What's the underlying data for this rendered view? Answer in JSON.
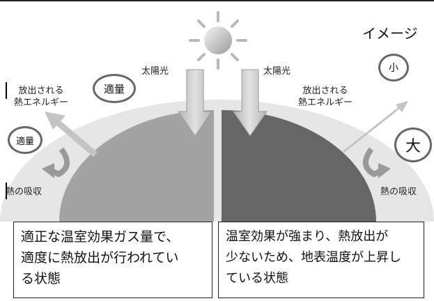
{
  "title": "イメージ",
  "left": {
    "sunlight_label": "太陽光",
    "emitted_label": [
      "放出される",
      "熱エネルギー"
    ],
    "emitted_badge": "適量",
    "absorbed_badge": "適量",
    "absorbed_label": "熱の吸収",
    "description": [
      "適正な温室効果ガス量で、",
      "適度に熱放出が行われてい",
      "る状態"
    ]
  },
  "right": {
    "sunlight_label": "太陽光",
    "emitted_label": [
      "放出される",
      "熱エネルギー"
    ],
    "emitted_badge": "小",
    "absorbed_badge": "大",
    "absorbed_label": "熱の吸収",
    "description": [
      "温室効果が強まり、熱放出が",
      "少ないため、地表温度が上昇し",
      "ている状態"
    ]
  },
  "colors": {
    "atmosphere": "#e6e6e6",
    "earth_left": "#a3a3a3",
    "earth_right": "#666666",
    "sun": "#b8b8b8",
    "arrow": "#c4c4c4"
  },
  "icons": [
    "sun-icon",
    "sunlight-arrow-icon",
    "emitted-heat-arrow-icon",
    "absorbed-heat-arrow-icon"
  ]
}
